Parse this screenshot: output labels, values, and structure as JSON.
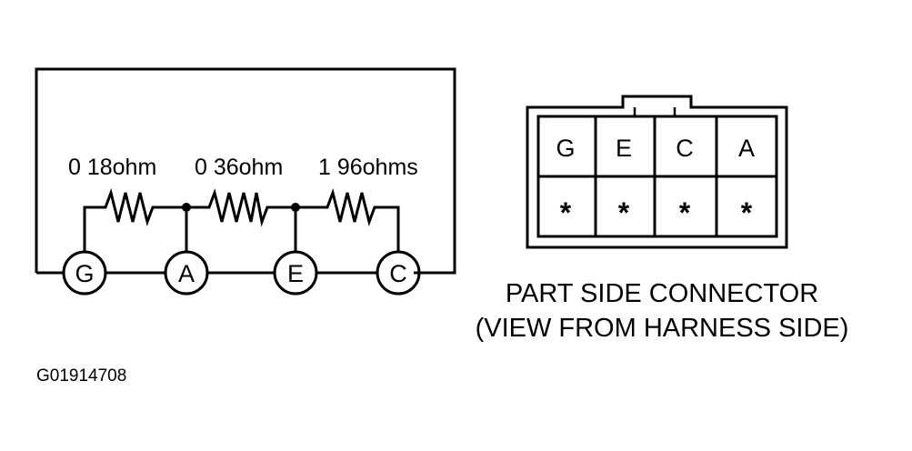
{
  "circuit": {
    "resistors": [
      {
        "label": "0 18ohm"
      },
      {
        "label": "0 36ohm"
      },
      {
        "label": "1 96ohms"
      }
    ],
    "terminals": [
      "G",
      "A",
      "E",
      "C"
    ]
  },
  "connector": {
    "top_row": [
      "G",
      "E",
      "C",
      "A"
    ],
    "bottom_row": [
      "*",
      "*",
      "*",
      "*"
    ],
    "caption_line1": "PART SIDE CONNECTOR",
    "caption_line2": "(VIEW FROM HARNESS SIDE)"
  },
  "figure_id": "G01914708"
}
